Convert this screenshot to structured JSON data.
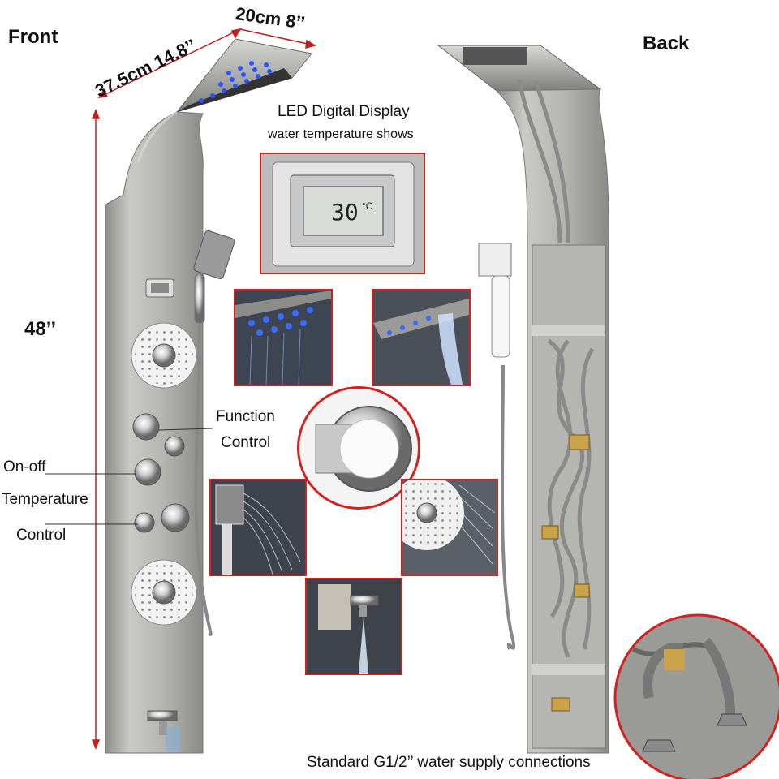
{
  "headings": {
    "front": "Front",
    "back": "Back"
  },
  "dimensions": {
    "width": "20cm 8’’",
    "depth": "37.5cm 14.8’’",
    "height": "48’’"
  },
  "display": {
    "title": "LED Digital Display",
    "subtitle": "water temperature shows",
    "reading": "30",
    "unit": "°C"
  },
  "callouts": {
    "function_line1": "Function",
    "function_line2": "Control",
    "onoff": "On-off",
    "temperature": "Temperature",
    "control": "Control"
  },
  "footer": "Standard G1/2’’ water supply connections",
  "colors": {
    "accent_red": "#d62020",
    "led_blue": "#2a54ff",
    "steel": "#b8b8b4"
  }
}
